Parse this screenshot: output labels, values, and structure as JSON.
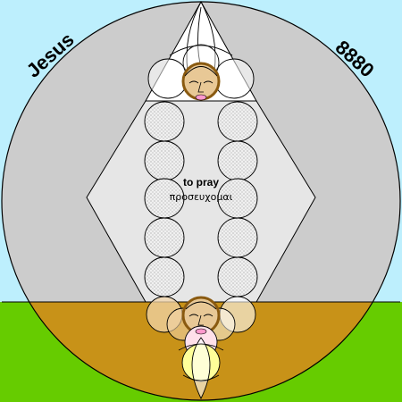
{
  "corner_left_text": "Jesus",
  "corner_right_text": "8880",
  "center_title": "to pray",
  "center_subtitle": "προσευχομαι",
  "colors": {
    "sky": "#bdeffd",
    "grass": "#66cc00",
    "disc_upper": "#cccccc",
    "disc_lower": "#c89218",
    "hexagon": "#e6e6e6",
    "face_skin": "#e8c896",
    "face_ring": "#8a5a10",
    "halo_yellow": "#ffff99",
    "lips": "#ff99cc"
  }
}
